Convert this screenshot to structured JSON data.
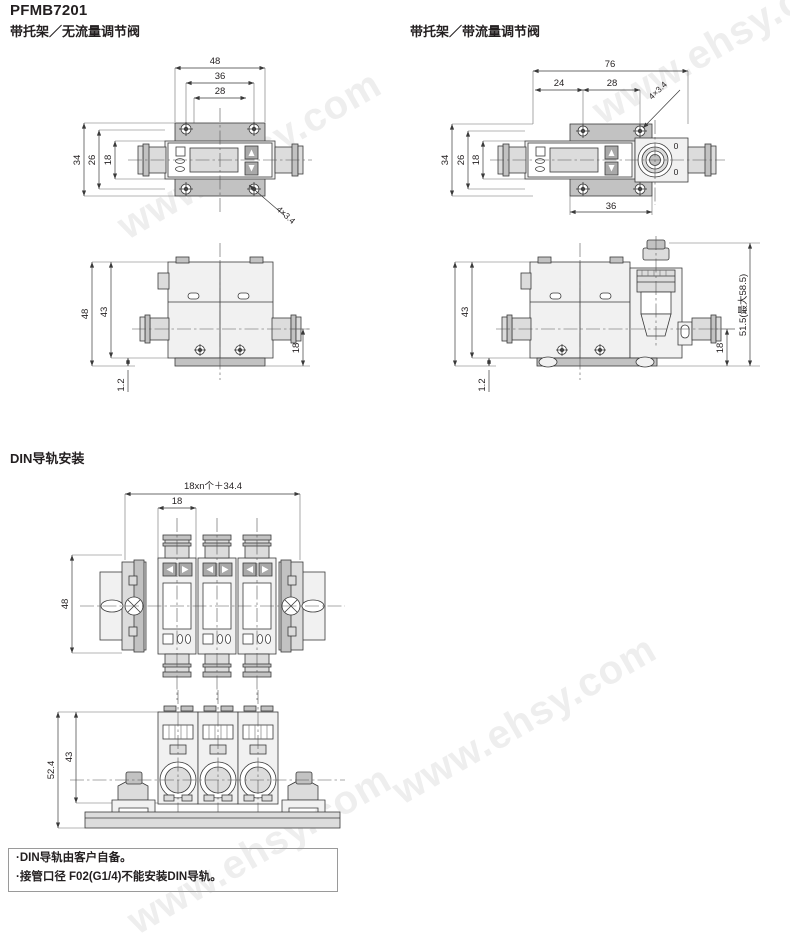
{
  "page": {
    "model": "PFMB7201",
    "watermark": "www.ehsy.com"
  },
  "sections": [
    {
      "id": "bracket-no-valve",
      "title": "带托架／无流量调节阀"
    },
    {
      "id": "bracket-with-valve",
      "title": "带托架／带流量调节阀"
    },
    {
      "id": "din-rail",
      "title": "DIN导轨安装"
    }
  ],
  "views": {
    "top_left": {
      "name": "带托架／无流量调节阀 俯视图",
      "dimensions": {
        "width_outer": "48",
        "width_mid": "36",
        "width_inner": "28",
        "height_outer": "34",
        "height_mid": "26",
        "height_inner": "18",
        "hole_callout": "4×3.4"
      }
    },
    "bottom_left": {
      "name": "带托架／无流量调节阀 侧视图",
      "dimensions": {
        "height_outer": "48",
        "height_body": "43",
        "port_height": "18",
        "base_thickness": "1.2"
      }
    },
    "top_right": {
      "name": "带托架／带流量调节阀 俯视图",
      "dimensions": {
        "width_outer": "76",
        "width_left": "24",
        "width_right": "28",
        "width_bottom": "36",
        "height_outer": "34",
        "height_mid": "26",
        "height_inner": "18",
        "hole_callout": "4×3.4"
      }
    },
    "bottom_right": {
      "name": "带托架／带流量调节阀 侧视图",
      "dimensions": {
        "height_body": "43",
        "port_height": "18",
        "base_thickness": "1.2",
        "overall_height": "51.5(最大58.5)"
      }
    },
    "din_front": {
      "name": "DIN导轨安装 正视图",
      "dimensions": {
        "total_width": "18xn个＋34.4",
        "pitch": "18",
        "height": "48"
      },
      "unit_count": 3
    },
    "din_side": {
      "name": "DIN导轨安装 侧视图",
      "dimensions": {
        "overall_height": "52.4",
        "body_height": "43"
      },
      "unit_count": 3
    }
  },
  "notes": [
    "·DIN导轨由客户自备。",
    "·接管口径 F02(G1/4)不能安装DIN导轨。"
  ]
}
